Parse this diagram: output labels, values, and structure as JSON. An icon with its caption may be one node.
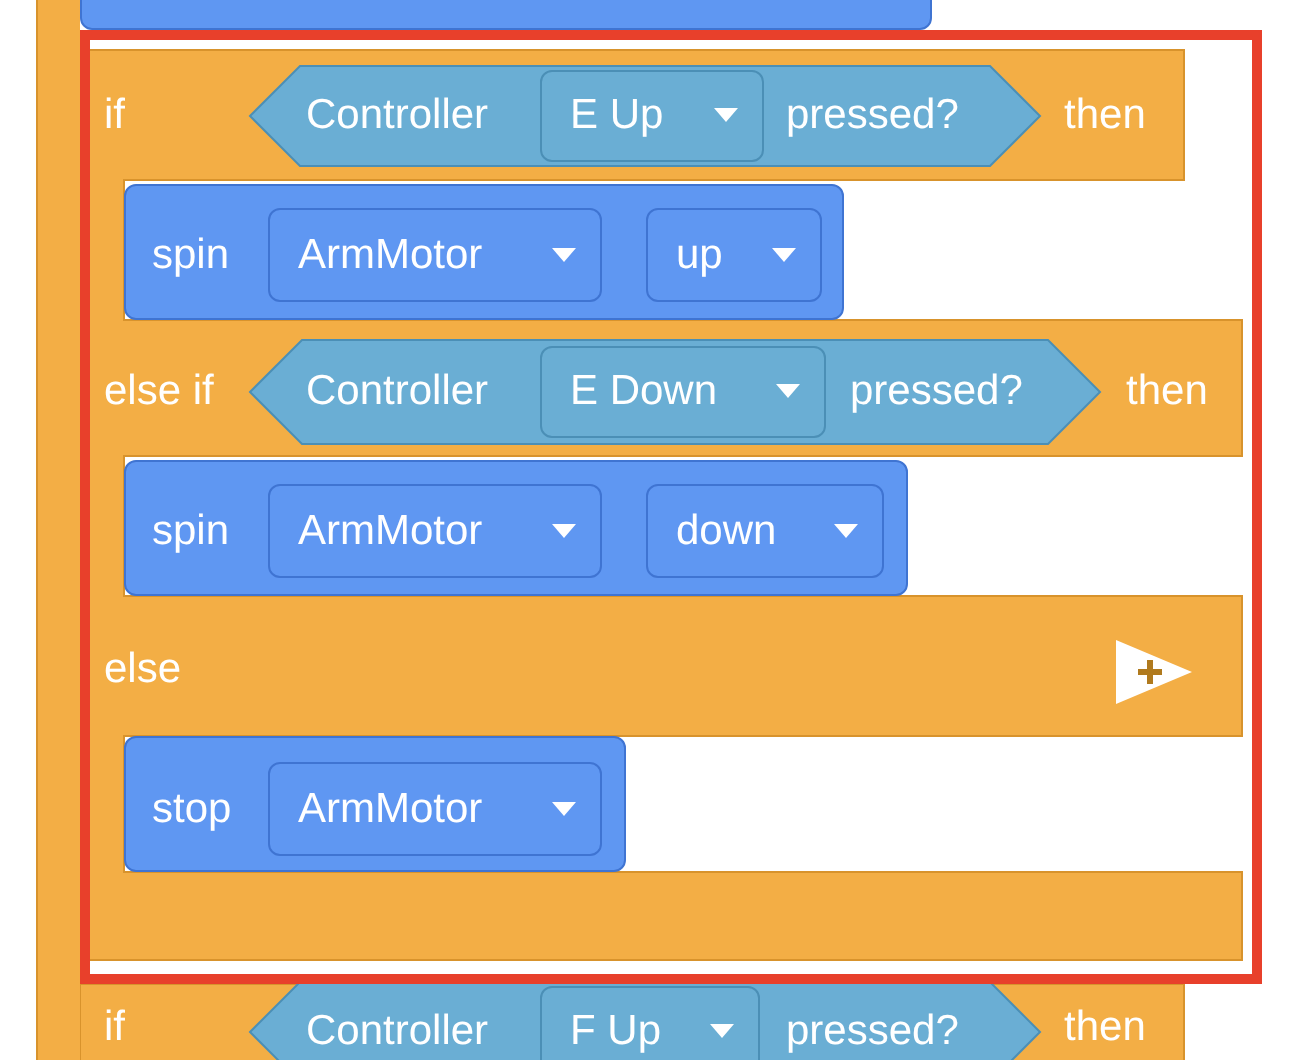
{
  "diagram": {
    "nodes": [
      {
        "text": [],
        "shape": "box"
      },
      {
        "text": [
          "if",
          "then",
          "else if",
          "then",
          "else"
        ]
      },
      {
        "text": [
          "Controller",
          "pressed?"
        ],
        "in": 1
      },
      {
        "text": [
          "E Up"
        ],
        "in": 2
      },
      {
        "text": [
          "spin"
        ],
        "in": 1
      },
      {
        "text": [
          "ArmMotor"
        ],
        "in": 4
      },
      {
        "text": [
          "up"
        ],
        "in": 4
      },
      {
        "text": [
          "Controller",
          "pressed?"
        ],
        "in": 1
      },
      {
        "text": [
          "E Down"
        ],
        "in": 7
      },
      {
        "text": [
          "spin"
        ],
        "in": 1
      },
      {
        "text": [
          "ArmMotor"
        ],
        "in": 9
      },
      {
        "text": [
          "down"
        ],
        "in": 9
      },
      {
        "text": [
          "stop"
        ],
        "in": 1
      },
      {
        "text": [
          "ArmMotor"
        ],
        "in": 12
      },
      {
        "text": [
          "if",
          "then"
        ]
      },
      {
        "text": [
          "Controller",
          "pressed?"
        ],
        "in": 14
      },
      {
        "text": [
          "F Up"
        ],
        "in": 15
      },
      {
        "text": [],
        "shape": "bar"
      }
    ]
  }
}
